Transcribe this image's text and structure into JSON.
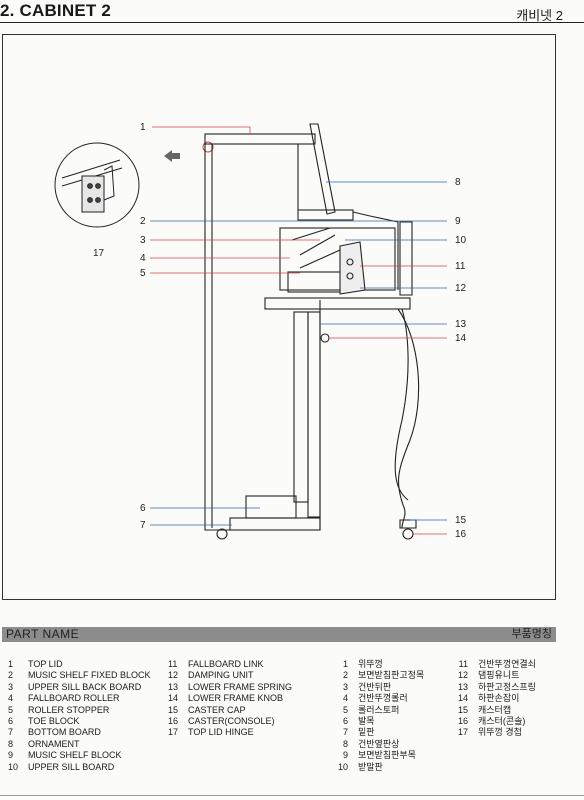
{
  "header": {
    "title": "2. CABINET 2",
    "title_kr": "캐비넷 2"
  },
  "callouts": {
    "n1": "1",
    "n2": "2",
    "n3": "3",
    "n4": "4",
    "n5": "5",
    "n6": "6",
    "n7": "7",
    "n8": "8",
    "n9": "9",
    "n10": "10",
    "n11": "11",
    "n12": "12",
    "n13": "13",
    "n14": "14",
    "n15": "15",
    "n16": "16",
    "n17": "17"
  },
  "parts_header": {
    "title": "PART  NAME",
    "title_kr": "부품명칭"
  },
  "parts_en_col1": [
    {
      "num": "1",
      "name": "TOP LID"
    },
    {
      "num": "2",
      "name": "MUSIC SHELF FIXED BLOCK"
    },
    {
      "num": "3",
      "name": "UPPER SILL BACK BOARD"
    },
    {
      "num": "4",
      "name": "FALLBOARD ROLLER"
    },
    {
      "num": "5",
      "name": "ROLLER STOPPER"
    },
    {
      "num": "6",
      "name": "TOE BLOCK"
    },
    {
      "num": "7",
      "name": "BOTTOM BOARD"
    },
    {
      "num": "8",
      "name": "ORNAMENT"
    },
    {
      "num": "9",
      "name": "MUSIC SHELF BLOCK"
    },
    {
      "num": "10",
      "name": "UPPER SILL BOARD"
    }
  ],
  "parts_en_col2": [
    {
      "num": "11",
      "name": "FALLBOARD LINK"
    },
    {
      "num": "12",
      "name": "DAMPING UNIT"
    },
    {
      "num": "13",
      "name": "LOWER FRAME SPRING"
    },
    {
      "num": "14",
      "name": "LOWER FRAME KNOB"
    },
    {
      "num": "15",
      "name": "CASTER CAP"
    },
    {
      "num": "16",
      "name": "CASTER(CONSOLE)"
    },
    {
      "num": "17",
      "name": "TOP LID HINGE"
    }
  ],
  "parts_kr_col1": [
    {
      "num": "1",
      "name": "위뚜껑"
    },
    {
      "num": "2",
      "name": "보면받침판고정목"
    },
    {
      "num": "3",
      "name": "건반뒤판"
    },
    {
      "num": "4",
      "name": "건반뚜껑롤러"
    },
    {
      "num": "5",
      "name": "롤러스토퍼"
    },
    {
      "num": "6",
      "name": "발목"
    },
    {
      "num": "7",
      "name": "밑판"
    },
    {
      "num": "8",
      "name": "건반옆판상"
    },
    {
      "num": "9",
      "name": "보면받침판부목"
    },
    {
      "num": "10",
      "name": "받말판"
    }
  ],
  "parts_kr_col2": [
    {
      "num": "11",
      "name": "건반뚜껑연결쇠"
    },
    {
      "num": "12",
      "name": "댐핑유니트"
    },
    {
      "num": "13",
      "name": "하판고정스프링"
    },
    {
      "num": "14",
      "name": "하판손잡이"
    },
    {
      "num": "15",
      "name": "캐스터캡"
    },
    {
      "num": "16",
      "name": "캐스터(콘솔)"
    },
    {
      "num": "17",
      "name": "위뚜껑 경첩"
    }
  ]
}
